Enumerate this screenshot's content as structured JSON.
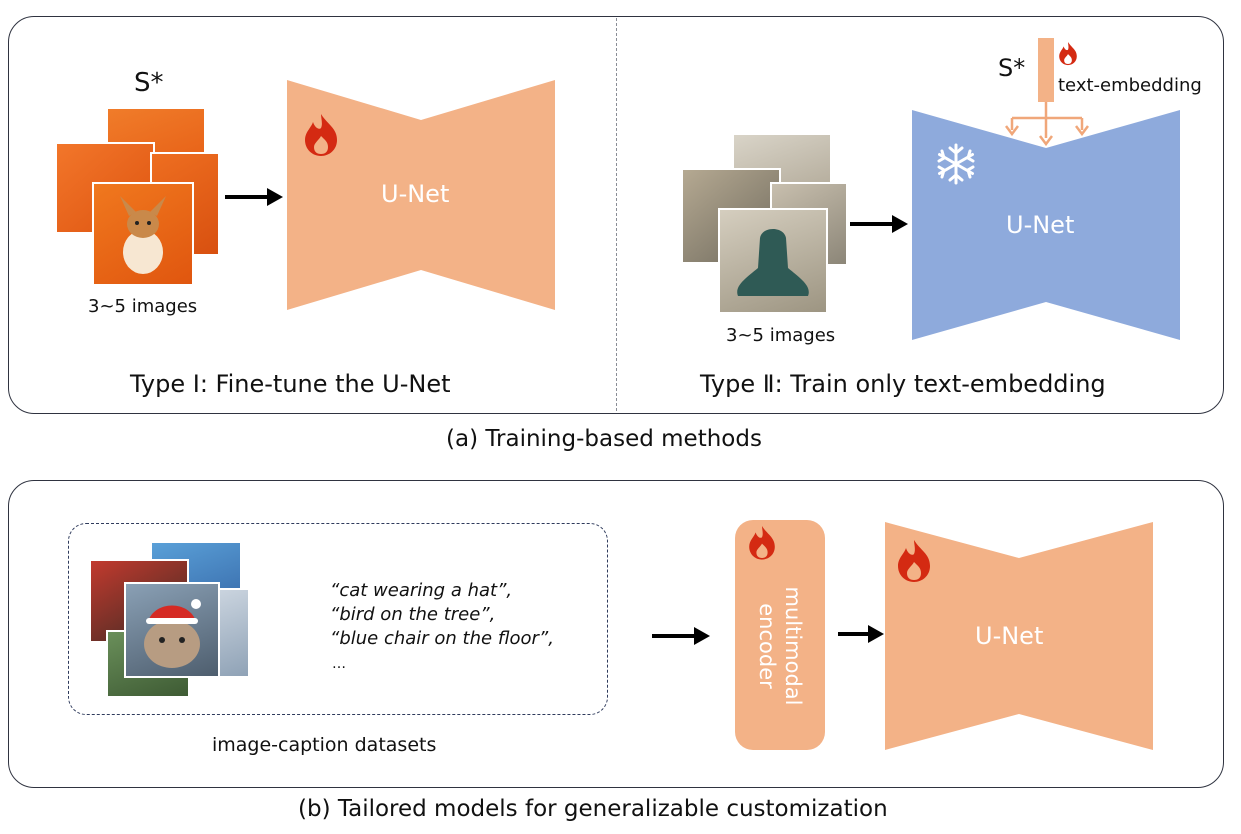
{
  "panel_a": {
    "caption": "(a) Training-based methods",
    "type1": {
      "title": "Type Ⅰ: Fine-tune the U-Net",
      "token": "S*",
      "images_label": "3~5 images",
      "unet_label": "U-Net",
      "unet_color": "#F3B287",
      "photo_color": "#EE6A1E"
    },
    "type2": {
      "title": "Type Ⅱ: Train only text-embedding",
      "token": "S*",
      "embedding_label": "text-embedding",
      "images_label": "3~5 images",
      "unet_label": "U-Net",
      "unet_color": "#8EAADC"
    }
  },
  "panel_b": {
    "caption": "(b) Tailored models for generalizable customization",
    "dataset_label": "image-caption datasets",
    "captions": [
      "“cat wearing a hat”,",
      "“bird on the tree”,",
      "“blue chair on the floor”,",
      "…"
    ],
    "encoder_label": "multimodal encoder",
    "unet_label": "U-Net"
  },
  "colors": {
    "fire": "#D42A12",
    "arrow": "#F0A77A",
    "border": "#2F3340"
  }
}
